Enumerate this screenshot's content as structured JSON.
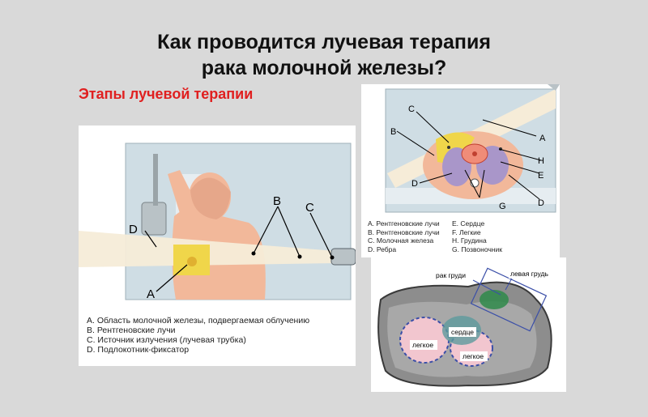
{
  "title": {
    "line1": "Как проводится лучевая терапия",
    "line2": "рака молочной железы?"
  },
  "subtitle": "Этапы лучевой терапии",
  "figure1": {
    "labels": {
      "a": "A",
      "b": "B",
      "c": "C",
      "d": "D"
    },
    "legend": [
      "A. Область молочной железы, подвергаемая облучению",
      "B. Рентгеновские лучи",
      "C. Источник излучения (лучевая трубка)",
      "D. Подлокотник-фиксатор"
    ]
  },
  "figure2": {
    "labels": {
      "a": "A",
      "b": "B",
      "c": "C",
      "d1": "D",
      "d2": "D",
      "e": "E",
      "g": "G",
      "h": "H"
    },
    "legend_left": [
      "A. Рентгеновские лучи",
      "B. Рентгеновские лучи",
      "C. Молочная железа",
      "D. Ребра"
    ],
    "legend_right": [
      "E. Сердце",
      "F. Легкие",
      "H. Грудина",
      "G. Позвоночник"
    ]
  },
  "figure3": {
    "labels": {
      "tumor": "рак груди",
      "left_breast": "левая грудь",
      "heart": "сердце",
      "lung_left": "легкое",
      "lung_right": "легкое"
    }
  },
  "colors": {
    "title": "#111111",
    "subtitle": "#e02020",
    "beam": "#f6ecd8",
    "breast_area": "#f0d64a",
    "skin": "#f2b89a",
    "table": "#cfdde4"
  }
}
